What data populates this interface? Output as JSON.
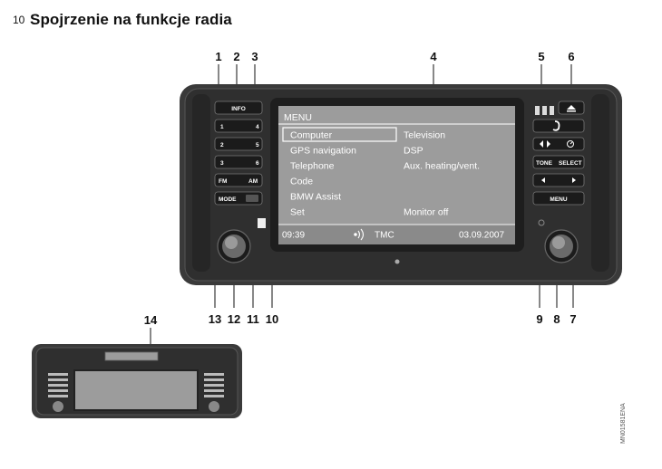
{
  "page": {
    "number": "10",
    "title": "Spojrzenie na funkcje radia"
  },
  "callouts": {
    "c1": "1",
    "c2": "2",
    "c3": "3",
    "c4": "4",
    "c5": "5",
    "c6": "6",
    "c7": "7",
    "c8": "8",
    "c9": "9",
    "c10": "10",
    "c11": "11",
    "c12": "12",
    "c13": "13",
    "c14": "14"
  },
  "left_buttons": {
    "info": "INFO",
    "preset_1": "1",
    "preset_2": "2",
    "preset_3": "3",
    "preset_4": "4",
    "preset_5": "5",
    "preset_6": "6",
    "fm": "FM",
    "am": "AM",
    "mode": "MODE"
  },
  "right_buttons": {
    "tone": "TONE",
    "select": "SELECT",
    "menu": "MENU"
  },
  "screen": {
    "title": "MENU",
    "left_items": [
      "Computer",
      "GPS navigation",
      "Telephone",
      "Code",
      "BMW Assist",
      "Set"
    ],
    "right_items": [
      "Television",
      "DSP",
      "Aux. heating/vent.",
      "",
      "",
      "Monitor off"
    ],
    "selected_index": 0,
    "time": "09:39",
    "tmc": "TMC",
    "date": "03.09.2007"
  },
  "image_code": "MN01581ENA",
  "colors": {
    "bezel": "#3a3a3a",
    "panel": "#2b2b2b",
    "screen": "#9c9c9c",
    "screen_text": "#ffffff"
  }
}
